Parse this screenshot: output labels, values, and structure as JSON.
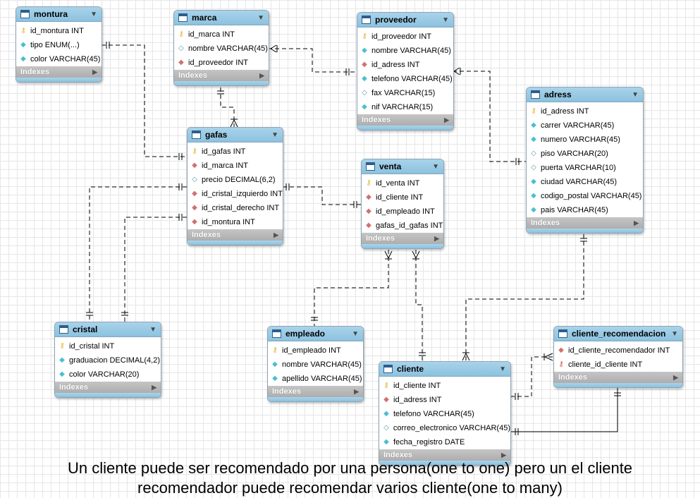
{
  "diagram": {
    "index_label": "Indexes",
    "tables": {
      "montura": {
        "name": "montura",
        "columns": [
          {
            "text": "id_montura INT",
            "icon": "primary-key"
          },
          {
            "text": "tipo ENUM(...)",
            "icon": "diamond"
          },
          {
            "text": "color VARCHAR(45)",
            "icon": "diamond"
          }
        ]
      },
      "marca": {
        "name": "marca",
        "columns": [
          {
            "text": "id_marca INT",
            "icon": "primary-key"
          },
          {
            "text": "nombre VARCHAR(45)",
            "icon": "diamond-empty"
          },
          {
            "text": "id_proveedor INT",
            "icon": "foreign-key"
          }
        ]
      },
      "proveedor": {
        "name": "proveedor",
        "columns": [
          {
            "text": "id_proveedor INT",
            "icon": "primary-key"
          },
          {
            "text": "nombre VARCHAR(45)",
            "icon": "diamond"
          },
          {
            "text": "id_adress INT",
            "icon": "foreign-key"
          },
          {
            "text": "telefono VARCHAR(45)",
            "icon": "diamond"
          },
          {
            "text": "fax VARCHAR(15)",
            "icon": "diamond-empty"
          },
          {
            "text": "nif VARCHAR(15)",
            "icon": "diamond"
          }
        ]
      },
      "adress": {
        "name": "adress",
        "columns": [
          {
            "text": "id_adress INT",
            "icon": "primary-key"
          },
          {
            "text": "carrer VARCHAR(45)",
            "icon": "diamond"
          },
          {
            "text": "numero VARCHAR(45)",
            "icon": "diamond"
          },
          {
            "text": "piso VARCHAR(20)",
            "icon": "diamond-empty"
          },
          {
            "text": "puerta VARCHAR(10)",
            "icon": "diamond-empty"
          },
          {
            "text": "ciudad VARCHAR(45)",
            "icon": "diamond"
          },
          {
            "text": "codigo_postal VARCHAR(45)",
            "icon": "diamond"
          },
          {
            "text": "pais VARCHAR(45)",
            "icon": "diamond"
          }
        ]
      },
      "gafas": {
        "name": "gafas",
        "columns": [
          {
            "text": "id_gafas INT",
            "icon": "primary-key"
          },
          {
            "text": "id_marca INT",
            "icon": "foreign-key"
          },
          {
            "text": "precio DECIMAL(6,2)",
            "icon": "diamond-empty"
          },
          {
            "text": "id_cristal_izquierdo INT",
            "icon": "foreign-key"
          },
          {
            "text": "id_cristal_derecho INT",
            "icon": "foreign-key"
          },
          {
            "text": "id_montura INT",
            "icon": "foreign-key"
          }
        ]
      },
      "venta": {
        "name": "venta",
        "columns": [
          {
            "text": "id_venta INT",
            "icon": "primary-key"
          },
          {
            "text": "id_cliente INT",
            "icon": "foreign-key"
          },
          {
            "text": "id_empleado INT",
            "icon": "foreign-key"
          },
          {
            "text": "gafas_id_gafas INT",
            "icon": "foreign-key"
          }
        ]
      },
      "cristal": {
        "name": "cristal",
        "columns": [
          {
            "text": "id_cristal INT",
            "icon": "primary-key"
          },
          {
            "text": "graduacion DECIMAL(4,2)",
            "icon": "diamond"
          },
          {
            "text": "color VARCHAR(20)",
            "icon": "diamond"
          }
        ]
      },
      "empleado": {
        "name": "empleado",
        "columns": [
          {
            "text": "id_empleado INT",
            "icon": "primary-key"
          },
          {
            "text": "nombre VARCHAR(45)",
            "icon": "diamond"
          },
          {
            "text": "apellido VARCHAR(45)",
            "icon": "diamond"
          }
        ]
      },
      "cliente": {
        "name": "cliente",
        "columns": [
          {
            "text": "id_cliente INT",
            "icon": "primary-key"
          },
          {
            "text": "id_adress INT",
            "icon": "foreign-key"
          },
          {
            "text": "telefono VARCHAR(45)",
            "icon": "diamond"
          },
          {
            "text": "correo_electronico VARCHAR(45)",
            "icon": "diamond-empty"
          },
          {
            "text": "fecha_registro DATE",
            "icon": "diamond"
          }
        ]
      },
      "cliente_recomendacion": {
        "name": "cliente_recomendacion",
        "columns": [
          {
            "text": "id_cliente_recomendador INT",
            "icon": "foreign-key"
          },
          {
            "text": "cliente_id_cliente INT",
            "icon": "primary-foreign-key"
          }
        ]
      }
    }
  },
  "caption": {
    "line1": "Un cliente puede ser recomendado por una persona(one to one) pero un el cliente",
    "line2": "recomendador puede recomendar varios cliente(one to many)"
  }
}
